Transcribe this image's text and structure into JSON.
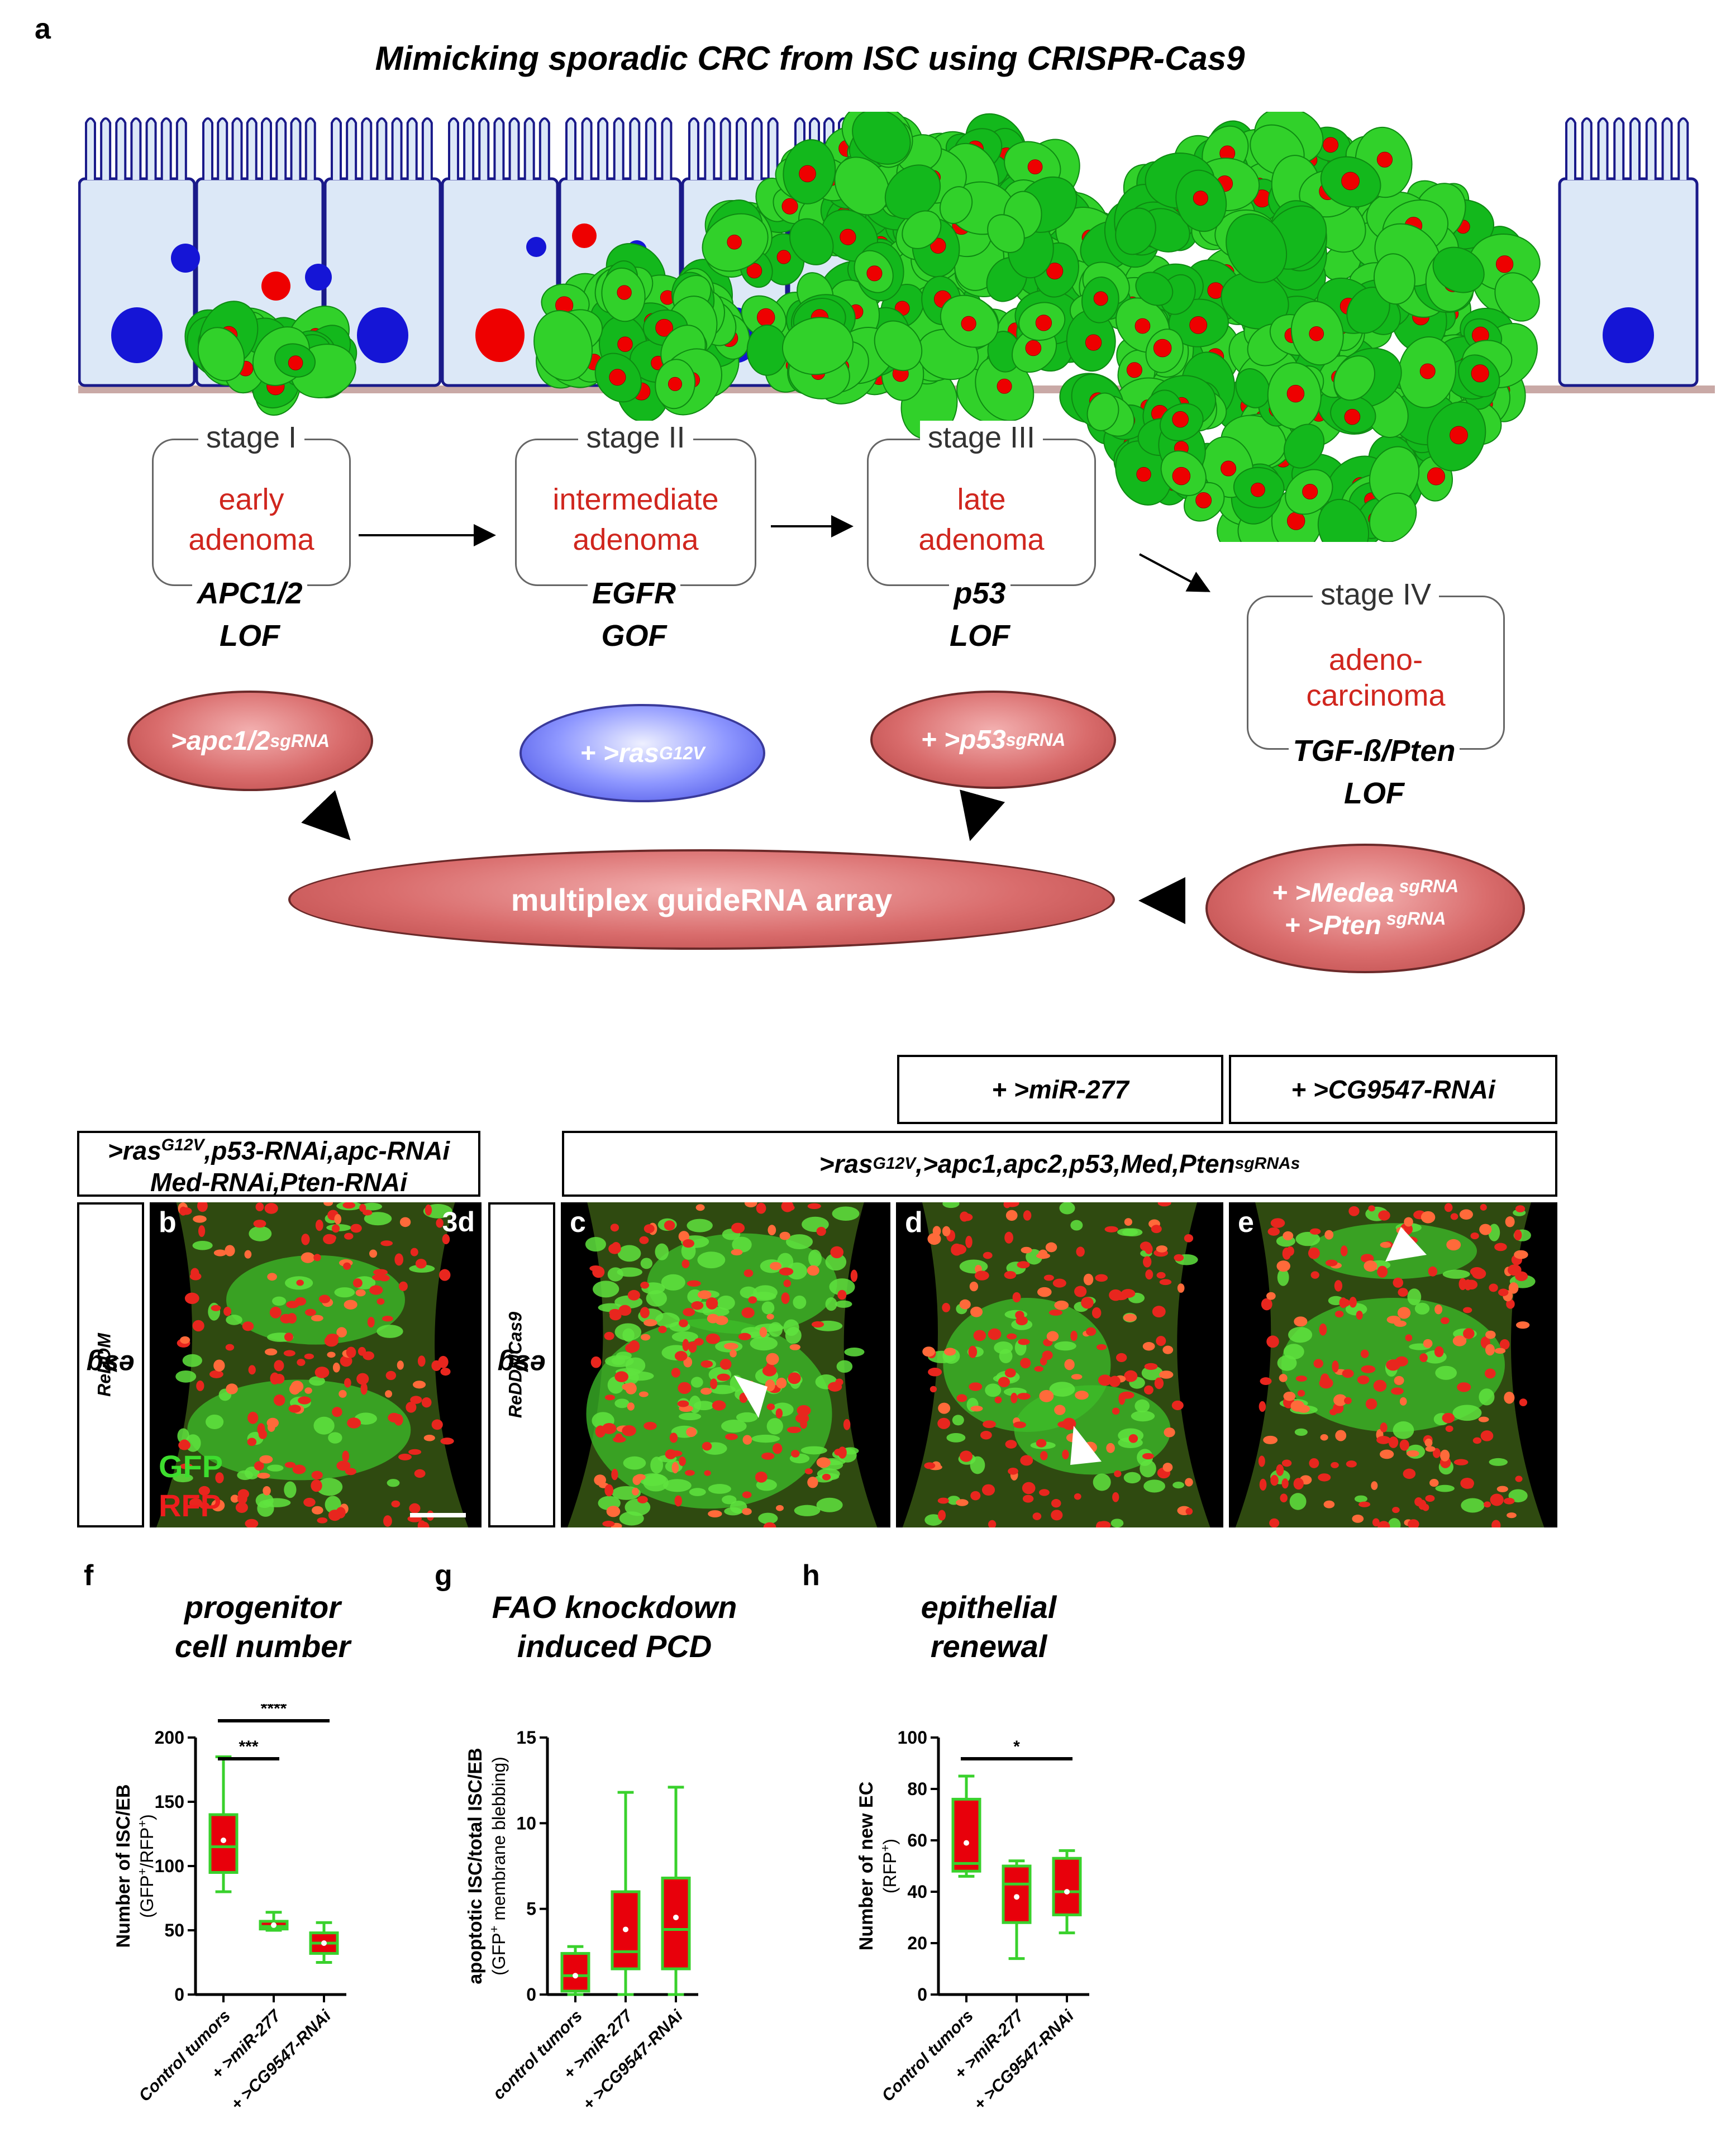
{
  "panel_a": {
    "label": "a",
    "title": "Mimicking sporadic CRC from ISC using CRISPR-Cas9",
    "stages": [
      {
        "name": "stage I",
        "desc1": "early",
        "desc2": "adenoma",
        "gene1": "APC1/2",
        "gene2": "LOF"
      },
      {
        "name": "stage II",
        "desc1": "intermediate",
        "desc2": "adenoma",
        "gene1": "EGFR",
        "gene2": "GOF"
      },
      {
        "name": "stage III",
        "desc1": "late",
        "desc2": "adenoma",
        "gene1": "p53",
        "gene2": "LOF"
      },
      {
        "name": "stage IV",
        "desc1": "adeno-",
        "desc2": "carcinoma",
        "gene1": "TGF-ß/Pten",
        "gene2": "LOF"
      }
    ],
    "constructs": {
      "apc": {
        "main": ">apc1/2",
        "sup": " sgRNA"
      },
      "ras": {
        "main": "+ >ras",
        "sup": "G12V"
      },
      "p53": {
        "main": "+ >p53",
        "sup": " sgRNA"
      },
      "medea": {
        "main": "+ >Medea",
        "sup": " sgRNA"
      },
      "pten": {
        "main": "+ >Pten",
        "sup": " sgRNA"
      },
      "array": "multiplex guideRNA array"
    }
  },
  "panel_micro": {
    "header_mir": "+ >miR-277",
    "header_cg": "+ >CG9547-RNAi",
    "header_b_line1_pre": ">ras",
    "header_b_line1_sup": "G12V",
    "header_b_line1_post": ",p53-RNAi,apc-RNAi",
    "header_b_line2": "Med-RNAi,Pten-RNAi",
    "header_cde_pre": ">ras",
    "header_cde_sup": "G12V",
    "header_cde_mid": ",>apc1,apc2,p53,Med,Pten",
    "header_cde_sup2": " sgRNAs",
    "side_b_pre": "esg",
    "side_b_sup": "ReDDM",
    "side_b_post": ">",
    "side_c_pre": "esg",
    "side_c_sup": "ReDDMCas9",
    "side_c_post": ">",
    "panel_b": "b",
    "panel_c": "c",
    "panel_d": "d",
    "panel_e": "e",
    "time": "3d",
    "gfp": "GFP",
    "rfp": "RFP"
  },
  "chart_data": [
    {
      "panel": "f",
      "type": "box",
      "title_line1": "progenitor",
      "title_line2": "cell number",
      "ylabel_line1": "Number of ISC/EB",
      "ylabel_line2_pre": "(GFP",
      "ylabel_line2_mid": "/RFP",
      "ylabel_line2_post": ")",
      "ylabel_sup": "+",
      "categories": [
        "Control tumors",
        "+ >miR-277",
        "+ >CG9547-RNAi"
      ],
      "ylim": [
        0,
        200
      ],
      "yticks": [
        0,
        50,
        100,
        150,
        200
      ],
      "boxes": [
        {
          "min": 80,
          "q1": 95,
          "median": 115,
          "q3": 140,
          "max": 185,
          "mean": 120
        },
        {
          "min": 50,
          "q1": 51,
          "median": 53,
          "q3": 57,
          "max": 64,
          "mean": 54
        },
        {
          "min": 25,
          "q1": 32,
          "median": 40,
          "q3": 48,
          "max": 56,
          "mean": 40
        }
      ],
      "significance": [
        {
          "from": 0,
          "to": 1,
          "label": "***"
        },
        {
          "from": 0,
          "to": 2,
          "label": "****"
        }
      ]
    },
    {
      "panel": "g",
      "type": "box",
      "title_line1": "FAO knockdown",
      "title_line2": "induced PCD",
      "ylabel_line1": "apoptotic ISC/total ISC/EB",
      "ylabel_line2_pre": "(GFP",
      "ylabel_line2_mid": " membrane blebbing)",
      "ylabel_line2_post": "",
      "ylabel_sup": "+",
      "categories": [
        "control tumors",
        "+ >miR-277",
        "+ >CG9547-RNAi"
      ],
      "ylim": [
        0,
        15
      ],
      "yticks": [
        0,
        5,
        10,
        15
      ],
      "boxes": [
        {
          "min": 0,
          "q1": 0.2,
          "median": 1.1,
          "q3": 2.4,
          "max": 2.8,
          "mean": 1.1
        },
        {
          "min": 0,
          "q1": 1.5,
          "median": 2.5,
          "q3": 6.0,
          "max": 11.8,
          "mean": 3.8
        },
        {
          "min": 0,
          "q1": 1.5,
          "median": 3.8,
          "q3": 6.8,
          "max": 12.1,
          "mean": 4.5
        }
      ],
      "significance": []
    },
    {
      "panel": "h",
      "type": "box",
      "title_line1": "epithelial",
      "title_line2": "renewal",
      "ylabel_line1": "Number of new EC",
      "ylabel_line2_pre": "(RFP",
      "ylabel_line2_mid": ")",
      "ylabel_line2_post": "",
      "ylabel_sup": "+",
      "categories": [
        "Control tumors",
        "+ >miR-277",
        "+ >CG9547-RNAi"
      ],
      "ylim": [
        0,
        100
      ],
      "yticks": [
        0,
        20,
        40,
        60,
        80,
        100
      ],
      "boxes": [
        {
          "min": 46,
          "q1": 48,
          "median": 51,
          "q3": 76,
          "max": 85,
          "mean": 59
        },
        {
          "min": 14,
          "q1": 28,
          "median": 43,
          "q3": 50,
          "max": 52,
          "mean": 38
        },
        {
          "min": 24,
          "q1": 31,
          "median": 40,
          "q3": 53,
          "max": 56,
          "mean": 40
        }
      ],
      "significance": [
        {
          "from": 0,
          "to": 2,
          "label": "*"
        }
      ]
    }
  ],
  "colors": {
    "box_fill": "#e8000b",
    "box_stroke": "#39d12c",
    "text_red": "#d0261e"
  }
}
